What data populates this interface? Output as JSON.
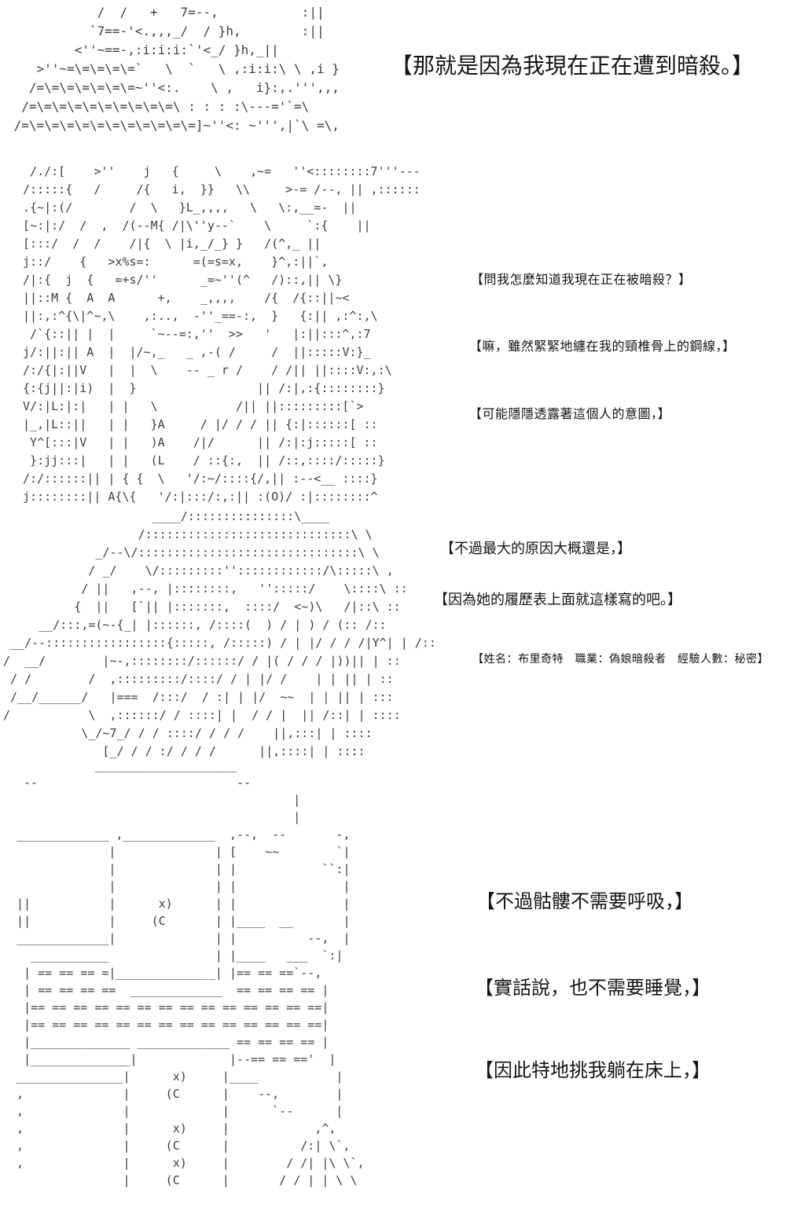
{
  "page": {
    "background_color": "#ffffff",
    "ink_color": "#141414",
    "aa_color": "#3d3d3d"
  },
  "dialogues": [
    {
      "text": "【那就是因為我現在正在遭到暗殺。】"
    },
    {
      "text": "【問我怎麼知道我現在正在被暗殺？】"
    },
    {
      "text": "【嘛，雖然緊緊地纏在我的頸椎骨上的鋼線，】"
    },
    {
      "text": "【可能隱隱透露著這個人的意圖，】"
    },
    {
      "text": "【不過最大的原因大概還是，】"
    },
    {
      "text": "【因為她的履歷表上面就這樣寫的吧。】"
    },
    {
      "text": "【姓名：布里奇特　職業：偽娘暗殺者　經驗人數：秘密】"
    },
    {
      "text": "【不過骷髏不需要呼吸，】"
    },
    {
      "text": "【實話說，也不需要睡覺，】"
    },
    {
      "text": "【因此特地挑我躺在床上，】"
    }
  ],
  "ascii_art": {
    "scene1_top": {
      "description": "top of a figure's hair seen from above",
      "lines": [
        "            /  /   +   7=--,           :||",
        "           `7==-'<.,,,_/  / }h,        :||",
        "         <''~==-,:i:i:i:`'<_/ }h,_||",
        "    >''~=\\=\\=\\=\\=`   \\  `   \\ ,:i:i:\\ \\ ,i }",
        "   /=\\=\\=\\=\\=\\=\\=~''<:.    \\ ,   i}:,.''',,,",
        "  /=\\=\\=\\=\\=\\=\\=\\=\\=\\=\\ : : : :\\---='`=\\",
        " /=\\=\\=\\=\\=\\=\\=\\=\\=\\=\\=\\=]~''<: ~''',|`\\ =\\,"
      ]
    },
    "scene2_face": {
      "description": "close-up of a long-haired character's face",
      "lines": [
        "  /./:[    >''    j   {     \\    ,~=   ''<::::::::7'''---",
        " /:::::{   /     /{   i,  }}   \\\\     >-= /--, || ,::::::",
        " .{~|:(/        /  \\   }L_,,,,   \\   \\:,__=-  ||",
        " [~:|:/  /  ,  /(--M{ /|\\''y--`    \\     `:{    ||",
        " [:::/  /  /    /|{  \\ |i,_/_} }   /(^,_ ||",
        " j::/    {   >x%s=:      =(=s=x,    }^,:||`,",
        " /|:{  j  {   =+s/''      _=~''(^   /)::,|| \\}",
        " ||::M {  A  A      +,    _,,,,    /{  /{::||~<",
        " ||:,:^{\\|^~,\\    ,:..,  -''_==-:,  }   {:|| ,:^:,\\",
        "  /`{::|| |  |     `~--=:,''  >>   '   |:||:::^,:7",
        " j/:||:|| A  |  |/~,_   _ ,-( /     /  ||:::::V:}_",
        " /:/{|:||V   |  |  \\    -- _ r /    / /|| ||::::V:,:\\",
        " {:{j||:|i)  |  }                 || /:|,:{::::::::}",
        " V/:|L:|:|   | |   \\           /|| ||:::::::::[`>",
        " |_,|L::||   | |   }A     / |/ / / || {:|::::::[ ::",
        "  Y^[:::|V   | |   )A    /|/      || /:|:j:::::[ ::",
        "  }:jj:::|   | |   (L    / ::{:,  || /::,::::/:::::}",
        " /:/::::::|| | { {  \\   '/:~/::::{/,|| :--<__ ::::}",
        " j::::::::|| A{\\{   '/:|:::/:,:|| :(O)/ :|::::::::^"
      ]
    },
    "scene3_sniper": {
      "description": "character crouching and aiming a sniper rifle",
      "lines": [
        "                     ____/:::::::::::::::\\____",
        "                   /:::::::::::::::::::::::::::::\\ \\",
        "             _/--\\/:::::::::::::::::::::::::::::::\\ \\",
        "            / _/    \\/:::::::::''::::::::::::/\\:::::\\ ,",
        "           / ||   ,--, |::::::::,   '':::::/    \\::::\\ ::",
        "          {  ||   [`|| |:::::::,  ::::/  <~)\\   /|::\\ ::",
        "     __/:::,=(~-{_| |::::::, /::::(  ) / | ) / (:: /::",
        " __/--:::::::::::::::::{:::::, /:::::) / | |/ / / /|Y^| | /::",
        "/  __/        |~-,::::::::/::::::/ / |( / / / |))|| | ::",
        " / /        /  ,:::::::::/::::/ / | |/ /    | | || | ::",
        " /__/______/   |===  /:::/  / :| | |/  ~~  | | || | :::",
        "/           \\  ,::::::/ / ::::| |  / / |  || /::| | ::::",
        "           \\_/~7_/ / / ::::/ / / /    ||,:::| | ::::",
        "              [_/ / / :/ / / /      ||,::::| | ::::"
      ]
    },
    "scene4_bedroom": {
      "description": "room interior with bed, patterned walls and doorway",
      "lines": [
        "            ____________________",
        "  --                            --",
        "                                        |",
        "                                        |",
        " _____________ ,_____________  ,--,  --       -,",
        "              |              | [    ~~        `|",
        "              |              | |            ``:|",
        "              |              | |               |",
        " ||           |      x)      | |               |",
        " ||           |     (C       | |____  __       |",
        " _____________|              | |          --,  |",
        "   ___________               | |____   ___  `:|",
        "  | == == == =|______________| |== == ==`--,",
        "  | == == == ==  _____________  == == == == |",
        "  |== == == == == == == == == == == == == ==|",
        "  |== == == == == == == == == == == == == ==|",
        "  |______________ _____________ == == == == |",
        "  |______________|             |--== == =='  |",
        " _______________|      x)     |____           |",
        " ,              |     (C      |    --,        |",
        " ,              |             |      `--      |",
        " ,              |      x)     |            ,^,",
        " ,              |     (C      |          /:| \\`,",
        " ,              |      x)     |        / /| |\\ \\`,",
        "                |     (C      |       / / | | \\ \\"
      ]
    }
  }
}
